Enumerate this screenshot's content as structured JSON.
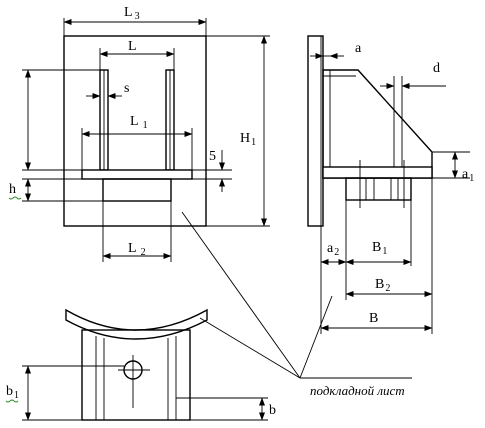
{
  "labels": {
    "L3": "L",
    "L3_sub": "3",
    "L": "L",
    "s": "s",
    "L1": "L",
    "L1_sub": "1",
    "H1": "H",
    "H1_sub": "1",
    "five": "5",
    "h": "h",
    "L2": "L",
    "L2_sub": "2",
    "a": "a",
    "d": "d",
    "a1": "a",
    "a1_sub": "1",
    "a2": "a",
    "a2_sub": "2",
    "B1": "B",
    "B1_sub": "1",
    "B2": "B",
    "B2_sub": "2",
    "B": "B",
    "b1": "b",
    "b1_sub": "1",
    "b": "b"
  },
  "note": "подкладной лист"
}
